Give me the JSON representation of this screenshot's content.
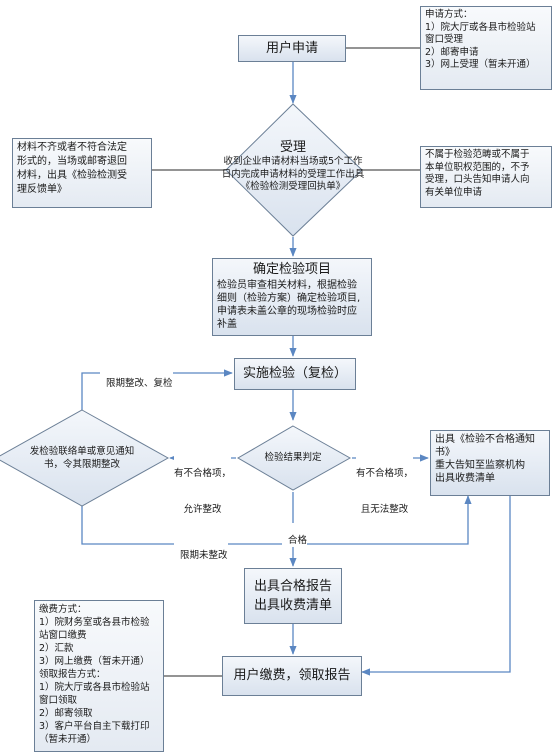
{
  "nodes": {
    "apply": {
      "title": "用户申请"
    },
    "accept": {
      "title": "受理",
      "lines": [
        "收到企业申请材料当场或5个工作",
        "日内完成申请材料的受理工作出具",
        "《检验检测受理回执单》"
      ]
    },
    "determine": {
      "title": "确定检验项目",
      "lines": [
        "检验员审查相关材料，根据检验",
        "细则（检验方案）确定检验项目,",
        "申请表未盖公章的现场检验时应",
        "补盖"
      ]
    },
    "inspect": {
      "title": "实施检验（复检）"
    },
    "judge": {
      "title": "检验结果判定"
    },
    "rectify": {
      "lines": [
        "发检验联络单或意见通知",
        "书，令其限期整改"
      ]
    },
    "fail_notice": {
      "lines": [
        "出具《检验不合格通知",
        "书》",
        "重大告知至监察机构",
        "出具收费清单"
      ]
    },
    "report": {
      "lines": [
        "出具合格报告",
        "出具收费清单"
      ]
    },
    "pay": {
      "title": "用户缴费，领取报告"
    }
  },
  "notes": {
    "apply_methods": {
      "lines": [
        "申请方式：",
        "1）院大厅或各县市检验站",
        "窗口受理",
        "2）邮寄申请",
        "3）网上受理（暂未开通）"
      ]
    },
    "incomplete": {
      "lines": [
        "材料不齐或者不符合法定",
        "形式的，当场或邮寄退回",
        "材料，出具《检验检测受",
        "理反馈单》"
      ]
    },
    "not_scope": {
      "lines": [
        "不属于检验范畴或不属于",
        "本单位职权范围的，不予",
        "受理，口头告知申请人向",
        "有关单位申请"
      ]
    },
    "payment_methods": {
      "lines": [
        "缴费方式：",
        "1）院财务室或各县市检验",
        "站窗口缴费",
        "2）汇款",
        "3）网上缴费（暂未开通）",
        "领取报告方式：",
        "1）院大厅或各县市检验站",
        "窗口领取",
        "2）邮寄领取",
        "3）客户平台自主下载打印",
        "（暂未开通）"
      ]
    }
  },
  "edge_labels": {
    "recheck": "限期整改、复检",
    "fail_allow": [
      "有不合格项，",
      "允许整改"
    ],
    "fail_no": [
      "有不合格项，",
      "且无法整改"
    ],
    "pass": "合格",
    "overdue": "限期未整改"
  },
  "colors": {
    "line": "#5b87c2",
    "border": "#6b7f96"
  }
}
